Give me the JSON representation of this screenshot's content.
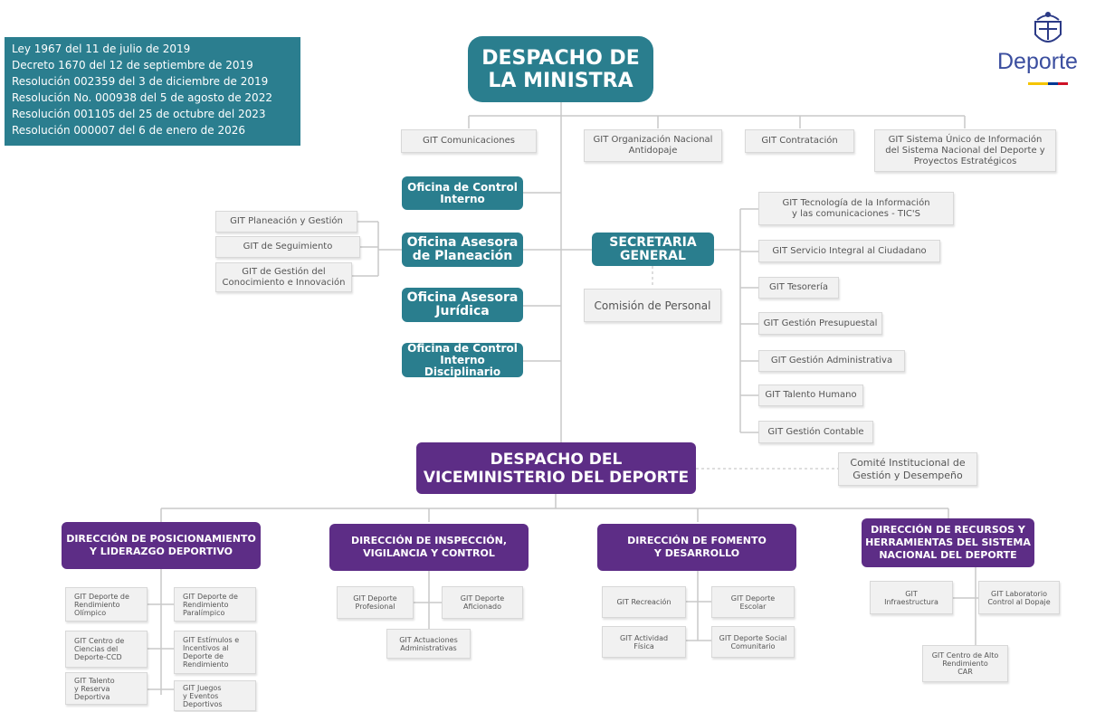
{
  "legal_refs": [
    "Ley 1967 del 11 de julio de 2019",
    "Decreto 1670 del 12 de septiembre de 2019",
    "Resolución 002359 del 3 de diciembre de 2019",
    "Resolución No. 000938 del 5 de agosto de 2022",
    "Resolución 001105 del 25 de octubre del 2023",
    "Resolución 000007 del 6 de enero de 2026"
  ],
  "logo": {
    "text": "Deporte",
    "icon": "colombia-coat-of-arms-icon",
    "colors": [
      "#f5c400",
      "#003893",
      "#ce1126"
    ]
  },
  "colors": {
    "teal": "#2a7e8e",
    "purple": "#5d2d86",
    "git_box": "#f1f1f1"
  },
  "despacho_ministra": "DESPACHO DE\nLA MINISTRA",
  "top_git": [
    "GIT Comunicaciones",
    "GIT Organización Nacional\nAntidopaje",
    "GIT Contratación",
    "GIT Sistema Único de Información\ndel Sistema Nacional del Deporte y\nProyectos Estratégicos"
  ],
  "oficinas": [
    "Oficina de Control\nInterno",
    "Oficina Asesora\nde Planeación",
    "Oficina Asesora\nJurídica",
    "Oficina de Control\nInterno Disciplinario"
  ],
  "planeacion_git": [
    "GIT Planeación y Gestión",
    "GIT de Seguimiento",
    "GIT de Gestión del\nConocimiento e Innovación"
  ],
  "secretaria": "SECRETARIA\nGENERAL",
  "comision": "Comisión de Personal",
  "secretaria_git": [
    "GIT Tecnología de la Información\ny las comunicaciones - TIC'S",
    "GIT Servicio Integral al Ciudadano",
    "GIT Tesorería",
    "GIT Gestión Presupuestal",
    "GIT Gestión Administrativa",
    "GIT Talento Humano",
    "GIT Gestión Contable"
  ],
  "viceministerio": "DESPACHO DEL\nVICEMINISTERIO DEL DEPORTE",
  "comite": "Comité Institucional de\nGestión y Desempeño",
  "direcciones": [
    {
      "title": "DIRECCIÓN DE POSICIONAMIENTO\nY LIDERAZGO DEPORTIVO",
      "git": [
        "GIT Deporte de\nRendimiento\nOlímpico",
        "GIT Deporte de\nRendimiento\nParalímpico",
        "GIT Centro de\nCiencias del\nDeporte-CCD",
        "GIT Estímulos e\nIncentivos al\nDeporte de\nRendimiento",
        "GIT Talento\ny Reserva\nDeportiva",
        "GIT Juegos\ny Eventos\nDeportivos"
      ]
    },
    {
      "title": "DIRECCIÓN DE INSPECCIÓN,\nVIGILANCIA Y CONTROL",
      "git": [
        "GIT Deporte\nProfesional",
        "GIT Deporte\nAficionado",
        "GIT Actuaciones\nAdministrativas"
      ]
    },
    {
      "title": "DIRECCIÓN DE FOMENTO\nY DESARROLLO",
      "git": [
        "GIT Recreación",
        "GIT Deporte\nEscolar",
        "GIT Actividad\nFísica",
        "GIT Deporte Social\nComunitario"
      ]
    },
    {
      "title": "DIRECCIÓN DE RECURSOS Y\nHERRAMIENTAS DEL SISTEMA\nNACIONAL DEL DEPORTE",
      "git": [
        "GIT\nInfraestructura",
        "GIT Laboratorio\nControl al Dopaje",
        "GIT Centro de Alto\nRendimiento\nCAR"
      ]
    }
  ]
}
